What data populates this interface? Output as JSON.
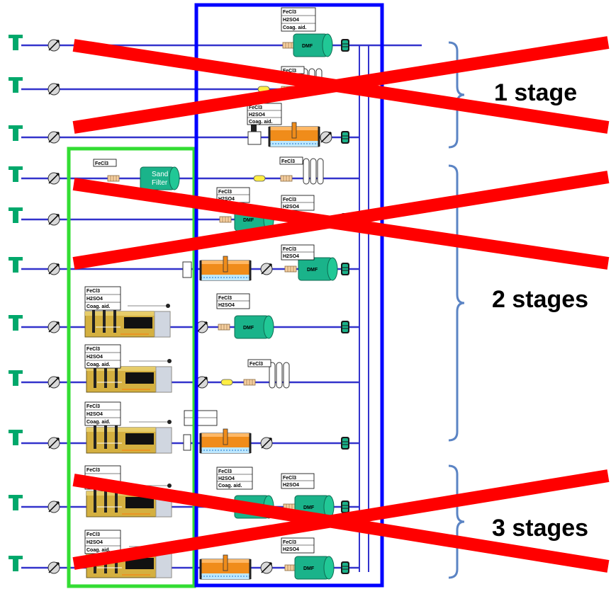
{
  "stage_labels": {
    "one": "1 stage",
    "two": "2 stages",
    "three": "3 stages"
  },
  "chem": {
    "fecl3": "FeCl3",
    "h2so4": "H2SO4",
    "coag": "Coag. aid."
  },
  "equipment": {
    "dmf": "DMF",
    "sand_line1": "Sand",
    "sand_line2": "Filter"
  },
  "colors": {
    "pipe": "#3333cc",
    "tap": "#00a86b",
    "stage2_frame": "#0000ff",
    "stage1_frame": "#33dd33",
    "strike": "#ff0000",
    "brace": "#5b84c4",
    "dmf_body": "#1ab38a",
    "sand_filter": "#1ab38a",
    "flocculator": "#d4b040",
    "sedimentation": "#f08c1a"
  },
  "crossed_out_groups": [
    "1 stage",
    "3 stages",
    "second line of 2 stages"
  ]
}
